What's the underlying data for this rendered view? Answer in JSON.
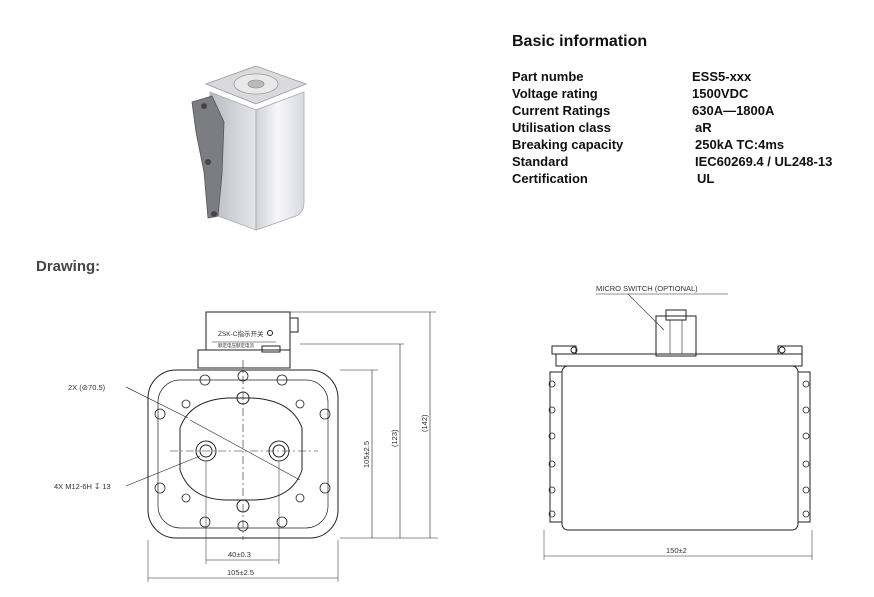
{
  "basic_info": {
    "title": "Basic information",
    "rows": [
      {
        "label": "Part numbe",
        "value": "ESS5-xxx"
      },
      {
        "label": "Voltage rating",
        "value": "1500VDC"
      },
      {
        "label": "Current Ratings",
        "value": "630A—1800A"
      },
      {
        "label": "Utilisation class",
        "value": "aR"
      },
      {
        "label": "Breaking capacity",
        "value": "250kA TC:4ms"
      },
      {
        "label": "Standard",
        "value": "IEC60269.4 / UL248-13"
      },
      {
        "label": "Certification",
        "value": "UL"
      }
    ]
  },
  "drawing": {
    "title": "Drawing:",
    "front_view": {
      "hole_note": "2X (⊘70.5)",
      "thread_note": "4X M12-6H ↧ 13",
      "switch_label": "ZSK-C指示开关",
      "switch_sublabel": "额定电压额定电流",
      "dim_center": "40±0.3",
      "dim_width": "105±2.5",
      "dim_height": "105±2.5",
      "dim_123": "(123)",
      "dim_142": "(142)"
    },
    "side_view": {
      "switch_label": "MICRO SWITCH (OPTIONAL)",
      "dim_length": "150±2"
    }
  }
}
